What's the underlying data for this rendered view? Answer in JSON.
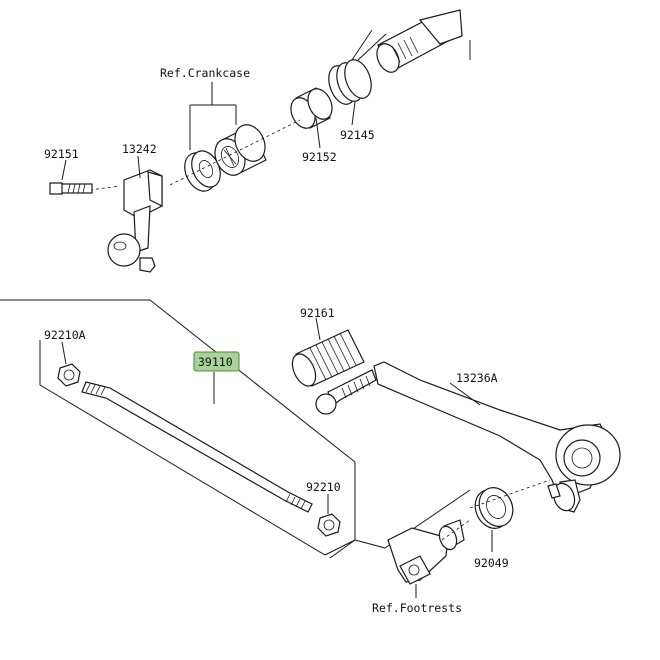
{
  "labels": {
    "ref_crankcase": "Ref.Crankcase",
    "p92151": "92151",
    "p13242": "13242",
    "p92152": "92152",
    "p92145": "92145",
    "p92161": "92161",
    "p13236a": "13236A",
    "p92210a": "92210A",
    "p39110": "39110",
    "p92210": "92210",
    "p92049": "92049",
    "ref_footrests": "Ref.Footrests"
  },
  "colors": {
    "highlight_fill": "#a8d29a",
    "highlight_border": "#4c8a3c",
    "line": "#1a1a1a"
  }
}
